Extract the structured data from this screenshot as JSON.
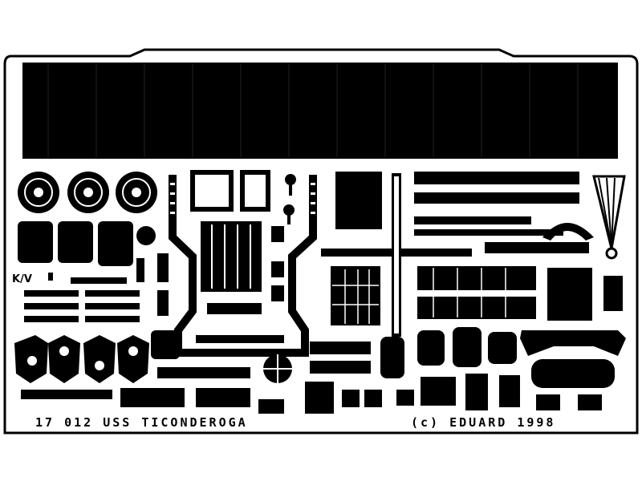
{
  "fret": {
    "caption_left": "17 012 USS TICONDEROGA",
    "caption_right": "(c) EDUARD 1998",
    "side_label": "K/V"
  }
}
